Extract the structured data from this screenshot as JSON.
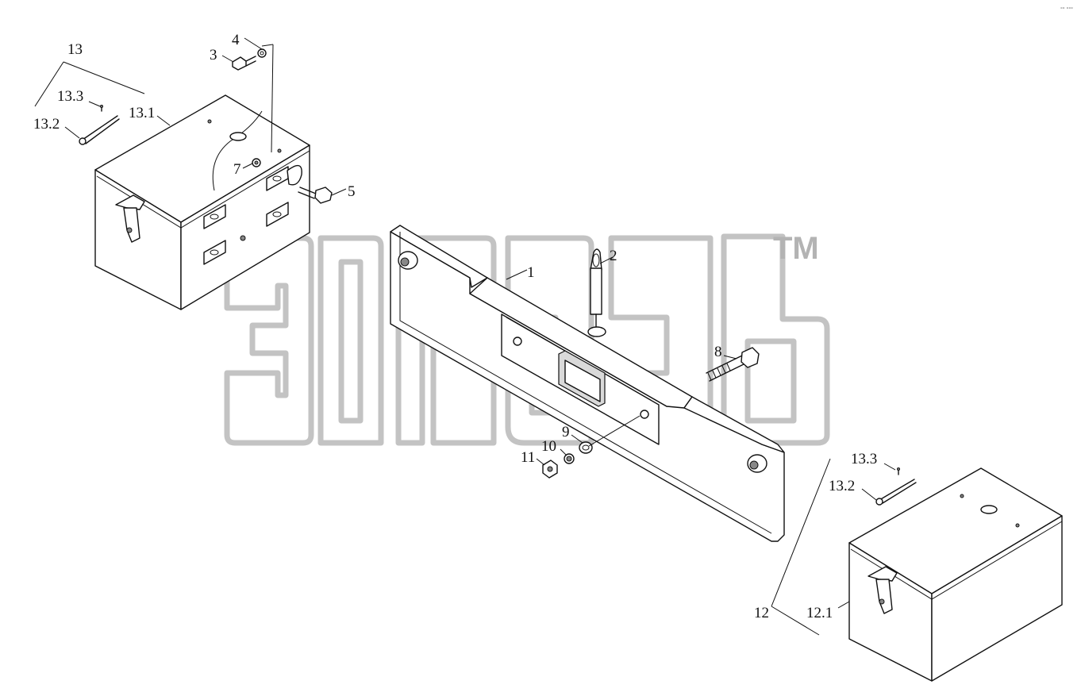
{
  "watermark": {
    "trademark": "TM",
    "color": "#b9b9b9"
  },
  "corner_mark": "°° °°°",
  "labels": {
    "p1": "1",
    "p2": "2",
    "p3": "3",
    "p4": "4",
    "p5": "5",
    "p7": "7",
    "p8": "8",
    "p9": "9",
    "p10": "10",
    "p11": "11",
    "p12": "12",
    "p12_1": "12.1",
    "p13": "13",
    "p13_1": "13.1",
    "p13_2_left": "13.2",
    "p13_3_left": "13.3",
    "p13_2_right": "13.2",
    "p13_3_right": "13.3"
  },
  "colors": {
    "ink": "#111111",
    "background": "#ffffff"
  }
}
